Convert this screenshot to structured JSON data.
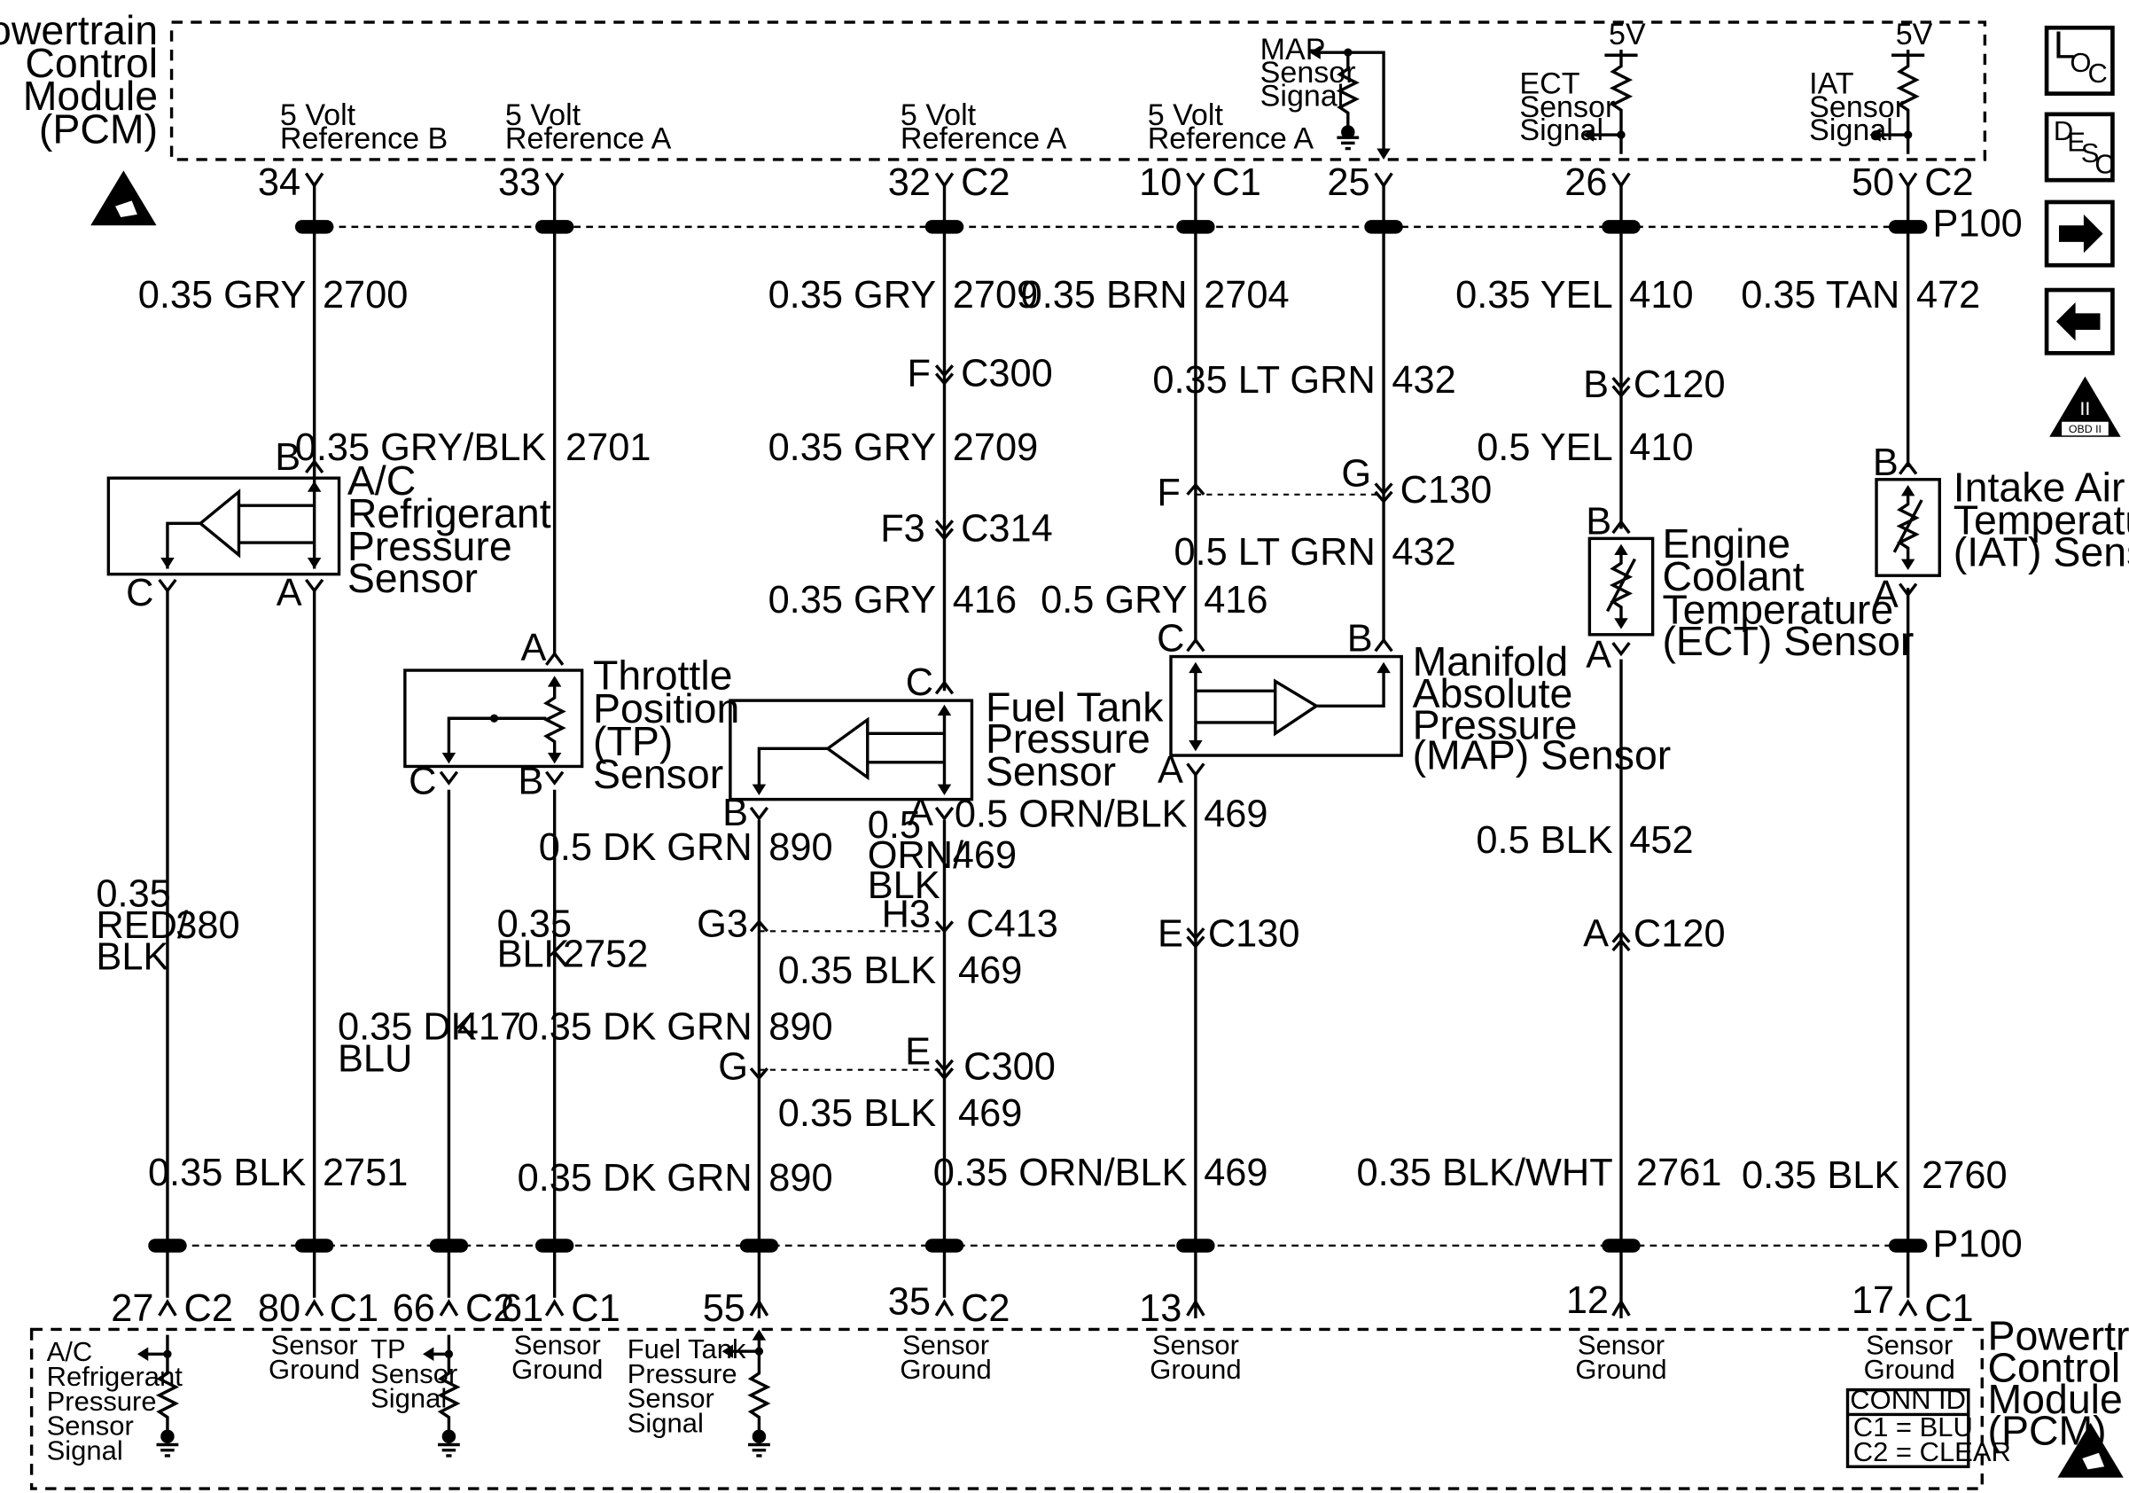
{
  "pcm_top": {
    "title_lines": [
      "Powertrain",
      "Control",
      "Module",
      "(PCM)"
    ],
    "ref_b": [
      "5 Volt",
      "Reference B"
    ],
    "ref_a1": [
      "5 Volt",
      "Reference A"
    ],
    "ref_a2": [
      "5 Volt",
      "Reference A"
    ],
    "ref_a3": [
      "5 Volt",
      "Reference A"
    ],
    "map_signal": [
      "MAP",
      "Sensor",
      "Signal"
    ],
    "ect_signal": [
      "ECT",
      "Sensor",
      "Signal"
    ],
    "iat_signal": [
      "IAT",
      "Sensor",
      "Signal"
    ],
    "five_v_ect": "5V",
    "five_v_iat": "5V"
  },
  "top_pins": {
    "p34": "34",
    "p33": "33",
    "p32": "32",
    "c2_32": "C2",
    "p10": "10",
    "c1_10": "C1",
    "p25": "25",
    "p26": "26",
    "p50": "50",
    "c2_50": "C2",
    "p100_top": "P100"
  },
  "wires": {
    "w2700": [
      "0.35 GRY",
      "2700"
    ],
    "w2701": [
      "0.35 GRY/BLK",
      "2701"
    ],
    "w2709a": [
      "0.35 GRY",
      "2709"
    ],
    "w2709b": [
      "0.35 GRY",
      "2709"
    ],
    "w416a": [
      "0.35 GRY",
      "416"
    ],
    "w2704": [
      "0.35 BRN",
      "2704"
    ],
    "w432a": [
      "0.35 LT GRN",
      "432"
    ],
    "w432b": [
      "0.5 LT GRN",
      "432"
    ],
    "w416b": [
      "0.5 GRY",
      "416"
    ],
    "w410a": [
      "0.35 YEL",
      "410"
    ],
    "w410b": [
      "0.5 YEL",
      "410"
    ],
    "w472": [
      "0.35 TAN",
      "472"
    ],
    "w380": [
      "0.35",
      "RED/",
      "BLK",
      "380"
    ],
    "w2751": [
      "0.35 BLK",
      "2751"
    ],
    "w417": [
      "0.35 DK",
      "BLU",
      "417"
    ],
    "w2752": [
      "0.35",
      "BLK",
      "2752"
    ],
    "w890a": [
      "0.5 DK GRN",
      "890"
    ],
    "w469a": [
      "0.5",
      "ORN/",
      "BLK",
      "469"
    ],
    "w469b": [
      "0.35 BLK",
      "469"
    ],
    "w890b": [
      "0.35 DK GRN",
      "890"
    ],
    "w469c": [
      "0.35 BLK",
      "469"
    ],
    "w890c": [
      "0.35 DK GRN",
      "890"
    ],
    "w469d": [
      "0.5 ORN/BLK",
      "469"
    ],
    "w469e": [
      "0.35 ORN/BLK",
      "469"
    ],
    "w452": [
      "0.5 BLK",
      "452"
    ],
    "w2761": [
      "0.35 BLK/WHT",
      "2761"
    ],
    "w2760": [
      "0.35 BLK",
      "2760"
    ]
  },
  "connectors": {
    "c300a": [
      "F",
      "C300"
    ],
    "c314": [
      "F3",
      "C314"
    ],
    "c130a": [
      "F",
      "G",
      "C130"
    ],
    "c120a": [
      "B",
      "C120"
    ],
    "c413": [
      "G3",
      "H3",
      "C413"
    ],
    "c300b": [
      "G",
      "E",
      "C300"
    ],
    "c130b": [
      "E",
      "C130"
    ],
    "c120b": [
      "A",
      "C120"
    ]
  },
  "sensors": {
    "ac": {
      "label": [
        "A/C",
        "Refrigerant",
        "Pressure",
        "Sensor"
      ],
      "pins": [
        "B",
        "C",
        "A"
      ]
    },
    "tp": {
      "label": [
        "Throttle",
        "Position",
        "(TP)",
        "Sensor"
      ],
      "pins": [
        "A",
        "C",
        "B"
      ]
    },
    "fuel": {
      "label": [
        "Fuel Tank",
        "Pressure",
        "Sensor"
      ],
      "pins": [
        "C",
        "B",
        "A"
      ]
    },
    "map": {
      "label": [
        "Manifold",
        "Absolute",
        "Pressure",
        "(MAP) Sensor"
      ],
      "pins": [
        "C",
        "B",
        "A"
      ]
    },
    "ect": {
      "label": [
        "Engine",
        "Coolant",
        "Temperature",
        "(ECT) Sensor"
      ],
      "pins": [
        "B",
        "A"
      ]
    },
    "iat": {
      "label": [
        "Intake Air",
        "Temperature",
        "(IAT) Sensor"
      ],
      "pins": [
        "B",
        "A"
      ]
    }
  },
  "bottom_pins": {
    "p27": "27",
    "c2_27": "C2",
    "p80": "80",
    "c1_80": "C1",
    "p66": "66",
    "c2_66": "C2",
    "p61": "61",
    "c1_61": "C1",
    "p55": "55",
    "p35": "35",
    "c2_35": "C2",
    "p13": "13",
    "p12": "12",
    "p17": "17",
    "c1_17": "C1",
    "p100_bottom": "P100"
  },
  "pcm_bottom": {
    "ac_signal": [
      "A/C",
      "Refrigerant",
      "Pressure",
      "Sensor",
      "Signal"
    ],
    "ground80": [
      "Sensor",
      "Ground"
    ],
    "tp_signal": [
      "TP",
      "Sensor",
      "Signal"
    ],
    "ground61": [
      "Sensor",
      "Ground"
    ],
    "fuel_signal": [
      "Fuel Tank",
      "Pressure",
      "Sensor",
      "Signal"
    ],
    "ground35": [
      "Sensor",
      "Ground"
    ],
    "ground13": [
      "Sensor",
      "Ground"
    ],
    "ground12": [
      "Sensor",
      "Ground"
    ],
    "ground17": [
      "Sensor",
      "Ground"
    ],
    "title_lines": [
      "Powertrain",
      "Control",
      "Module",
      "(PCM)"
    ],
    "conn_id": [
      "CONN ID",
      "C1 = BLU",
      "C2 = CLEAR"
    ]
  },
  "side_icons": {
    "loc": [
      "L",
      "O",
      "C"
    ],
    "desc": [
      "D",
      "E",
      "S",
      "C"
    ],
    "obd": [
      "II",
      "OBD II"
    ]
  }
}
